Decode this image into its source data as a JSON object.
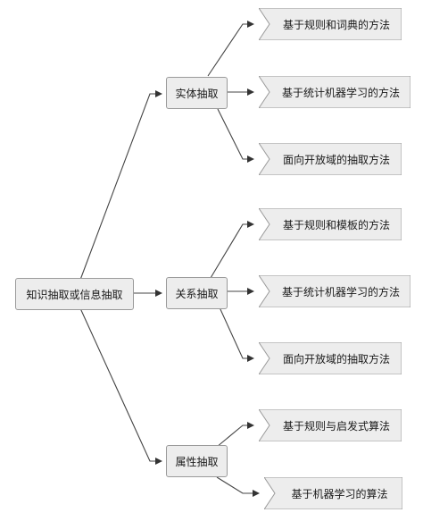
{
  "root": {
    "label": "知识抽取或信息抽取"
  },
  "branches": [
    {
      "label": "实体抽取",
      "children": [
        "基于规则和词典的方法",
        "基于统计机器学习的方法",
        "面向开放域的抽取方法"
      ]
    },
    {
      "label": "关系抽取",
      "children": [
        "基于规则和模板的方法",
        "基于统计机器学习的方法",
        "面向开放域的抽取方法"
      ]
    },
    {
      "label": "属性抽取",
      "children": [
        "基于规则与启发式算法",
        "基于机器学习的算法"
      ]
    }
  ],
  "colors": {
    "node_fill": "#ededed",
    "node_border": "#9a9a9a",
    "edge": "#444444"
  }
}
